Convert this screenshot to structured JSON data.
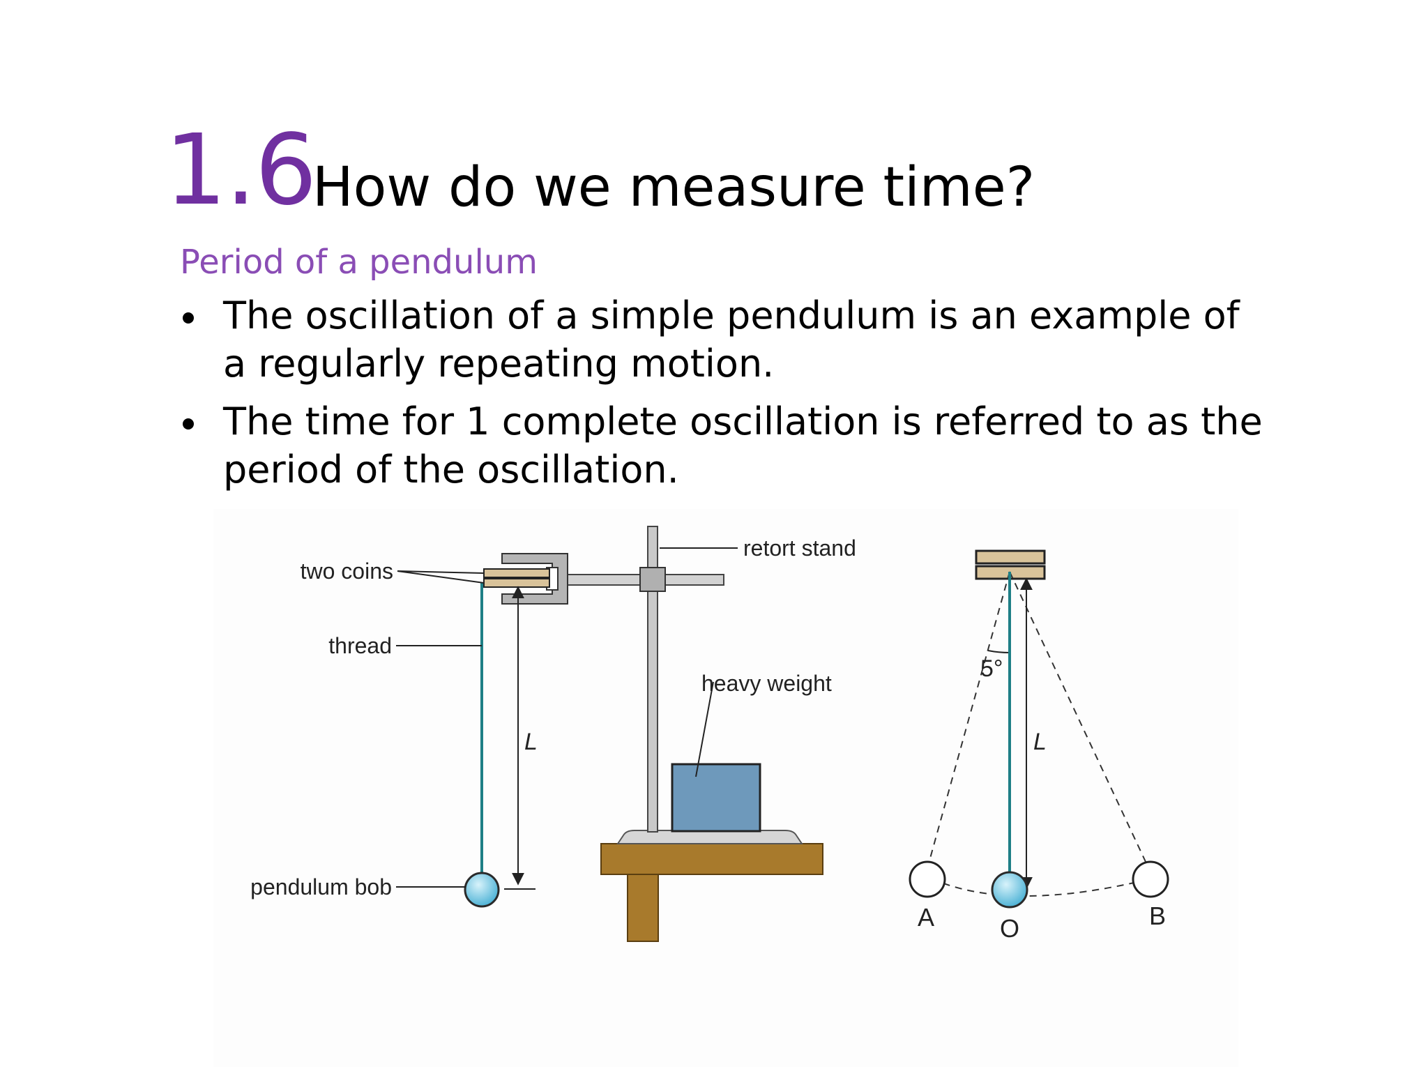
{
  "section_number": "1.6",
  "title": "How do we measure time?",
  "subheading": "Period of a pendulum",
  "bullets": [
    "The oscillation of a simple pendulum is an example of a regularly repeating motion.",
    "The time for 1 complete oscillation is referred to as the period of the oscillation."
  ],
  "diagram": {
    "labels": {
      "two_coins": "two coins",
      "thread": "thread",
      "pendulum_bob": "pendulum bob",
      "retort_stand": "retort stand",
      "heavy_weight": "heavy weight",
      "length_left": "L",
      "length_right": "L",
      "angle": "5°",
      "point_a": "A",
      "point_o": "O",
      "point_b": "B"
    },
    "colors": {
      "thread": "#1e7f86",
      "bob": "#7fcfe8",
      "coin": "#d9c39a",
      "weight": "#6e99bb",
      "table": "#a87a2c",
      "stand": "#b8b8b8",
      "accent": "#7030a0"
    }
  }
}
